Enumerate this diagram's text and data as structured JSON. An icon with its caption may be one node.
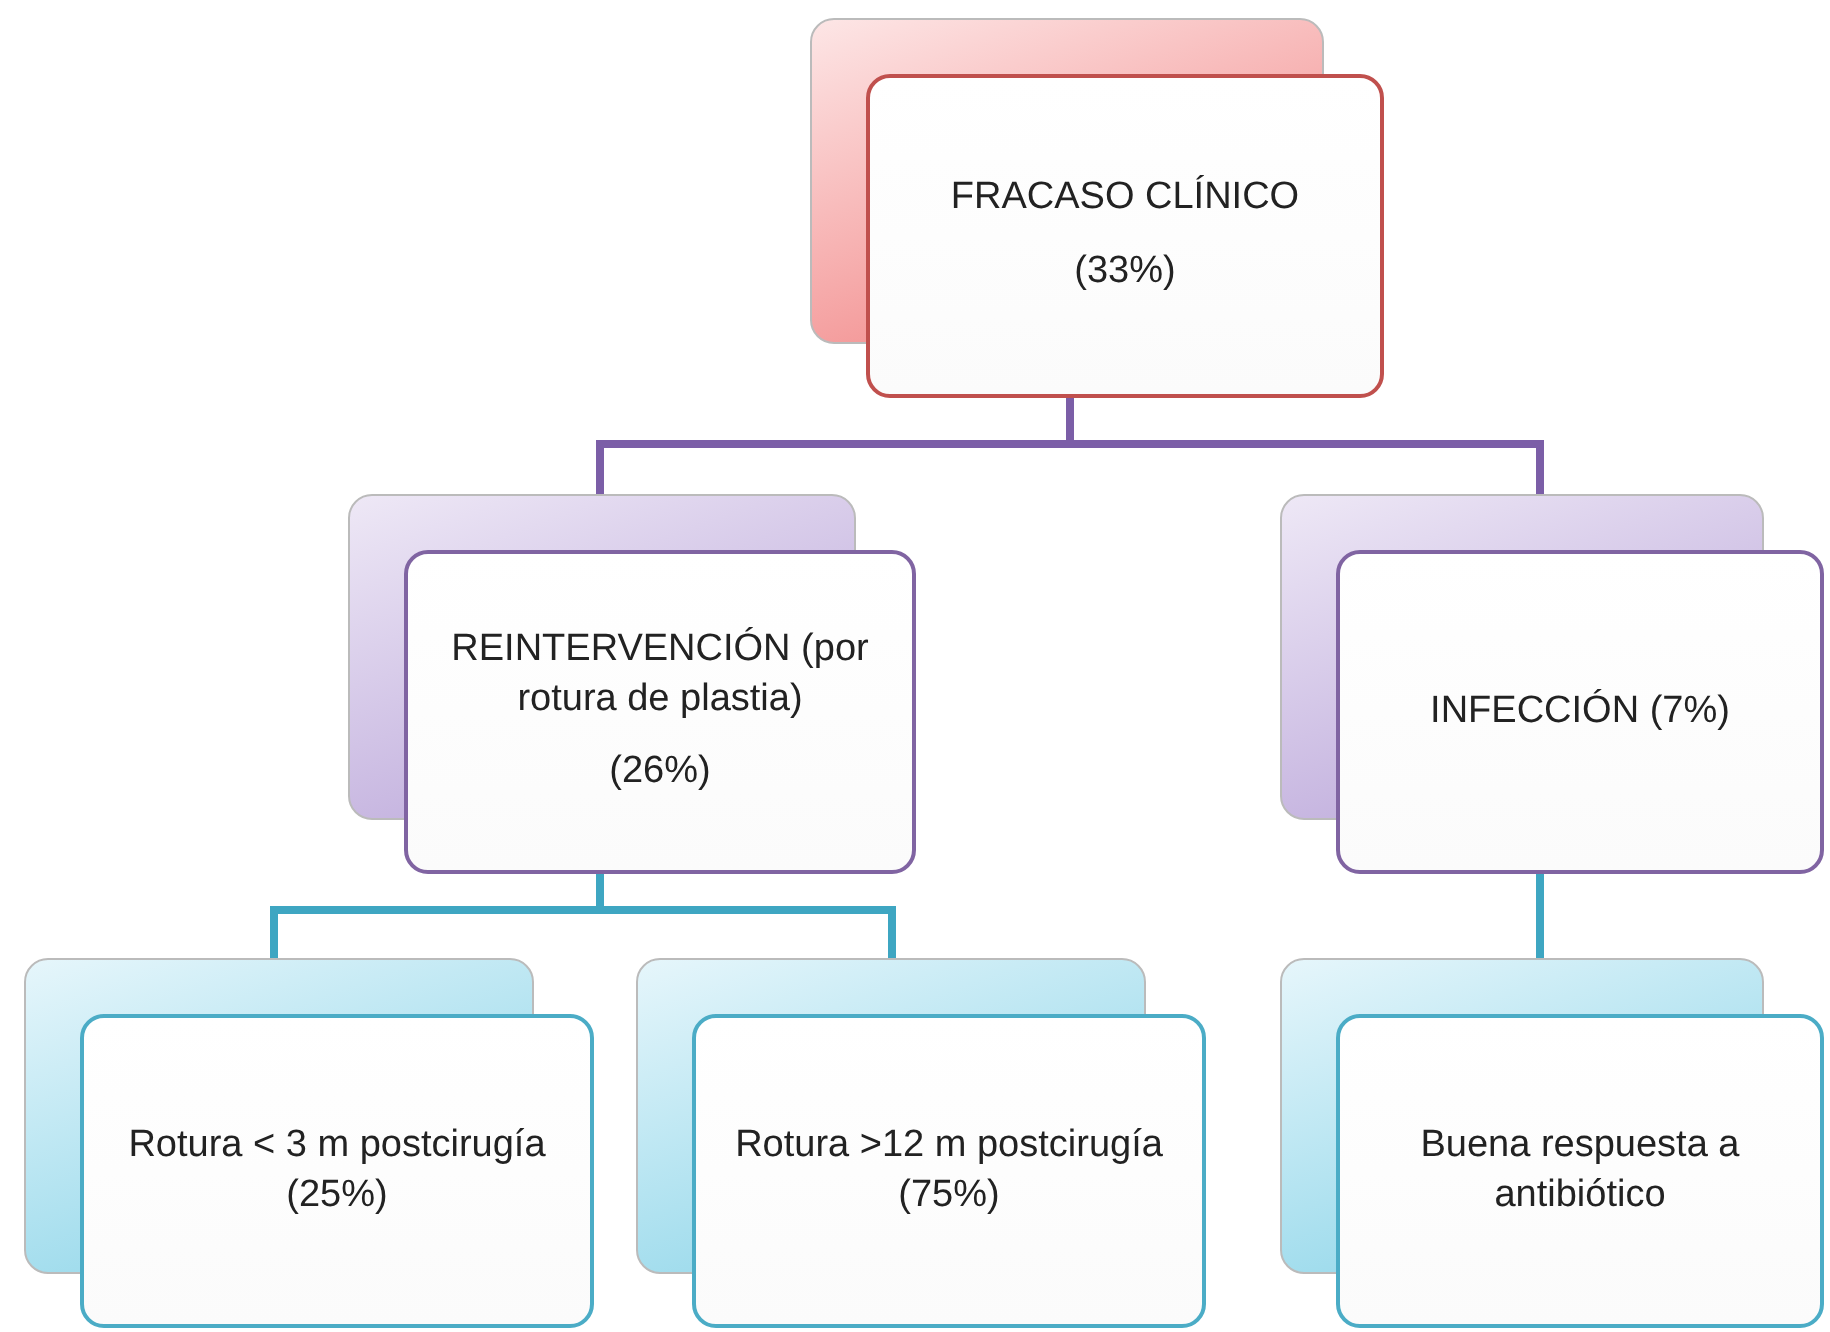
{
  "diagram": {
    "nodes": [
      {
        "text": [
          "FRACASO CLÍNICO",
          "(33%)"
        ]
      },
      {
        "text": [
          "REINTERVENCIÓN (por rotura de plastia)",
          "(26%)"
        ]
      },
      {
        "text": [
          "INFECCIÓN (7%)"
        ]
      },
      {
        "text": [
          "Rotura < 3 m postcirugía (25%)"
        ]
      },
      {
        "text": [
          "Rotura >12 m postcirugía (75%)"
        ]
      },
      {
        "text": [
          "Buena respuesta a antibiótico"
        ]
      }
    ],
    "edges": [
      {
        "from": 0,
        "to": 1,
        "arrow": "none",
        "color": "#7b5ea7"
      },
      {
        "from": 0,
        "to": 2,
        "arrow": "none",
        "color": "#7b5ea7"
      },
      {
        "from": 1,
        "to": 3,
        "arrow": "none",
        "color": "#3ea6c2"
      },
      {
        "from": 1,
        "to": 4,
        "arrow": "none",
        "color": "#3ea6c2"
      },
      {
        "from": 2,
        "to": 5,
        "arrow": "none",
        "color": "#3ea6c2"
      }
    ]
  }
}
